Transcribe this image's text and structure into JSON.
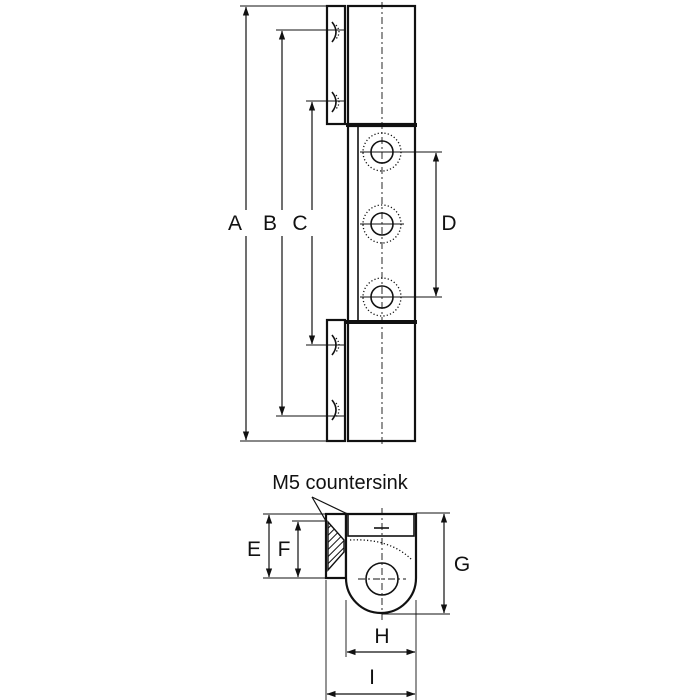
{
  "labels": {
    "A": "A",
    "B": "B",
    "C": "C",
    "D": "D",
    "E": "E",
    "F": "F",
    "G": "G",
    "H": "H",
    "I": "I"
  },
  "annotation": {
    "countersink": "M5 countersink"
  },
  "colors": {
    "line": "#111111",
    "background": "#ffffff"
  }
}
